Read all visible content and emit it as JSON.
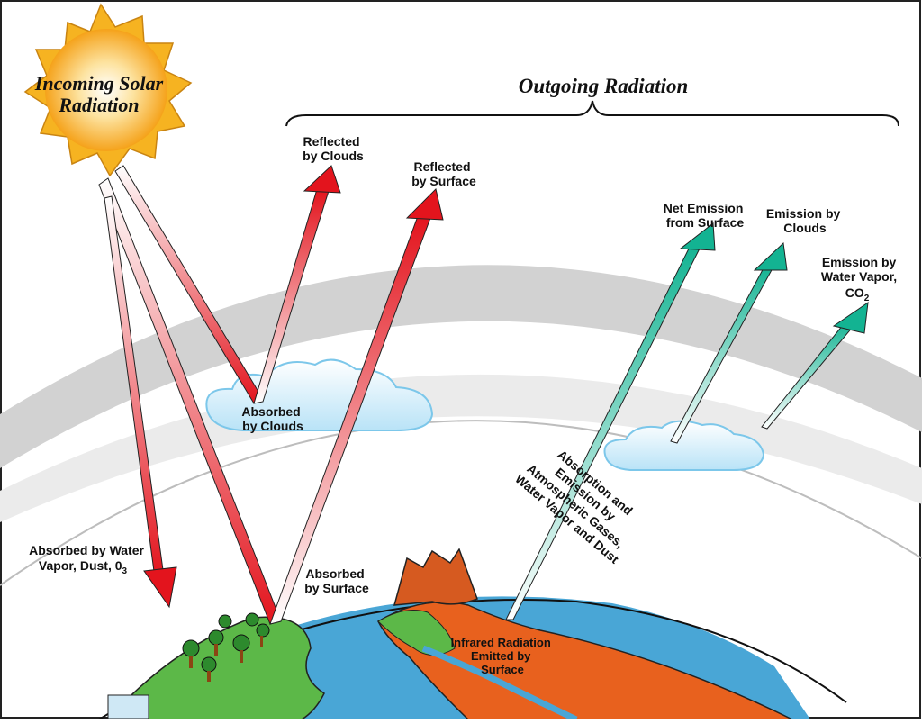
{
  "sun_label": [
    "Incoming Solar",
    "Radiation"
  ],
  "outgoing_label": "Outgoing Radiation",
  "labels": {
    "reflected_clouds": [
      "Reflected",
      "by Clouds"
    ],
    "reflected_surface": [
      "Reflected",
      "by Surface"
    ],
    "absorbed_clouds": [
      "Absorbed",
      "by Clouds"
    ],
    "absorbed_water": [
      "Absorbed by Water",
      "Vapor, Dust, 0",
      "3"
    ],
    "absorbed_surface": [
      "Absorbed",
      "by Surface"
    ],
    "net_emission": [
      "Net Emission",
      "from Surface"
    ],
    "emission_clouds": [
      "Emission by",
      "Clouds"
    ],
    "emission_water": [
      "Emission by",
      "Water Vapor,",
      "CO",
      "2"
    ],
    "absorption_emission": [
      "Absorption and",
      "Emission by",
      "Atmospheric Gases,",
      "Water Vapor and Dust"
    ],
    "infrared": [
      "Infrared Radiation",
      "Emitted by",
      "Surface"
    ]
  },
  "colors": {
    "incoming_arrow": "#e8232a",
    "outgoing_arrow": "#1fb89a",
    "atmosphere_band": "#cfcfcf",
    "land": "#5cb848",
    "ocean": "#4aa8d8",
    "desert": "#e8611e",
    "sun": "#f7a81b"
  }
}
